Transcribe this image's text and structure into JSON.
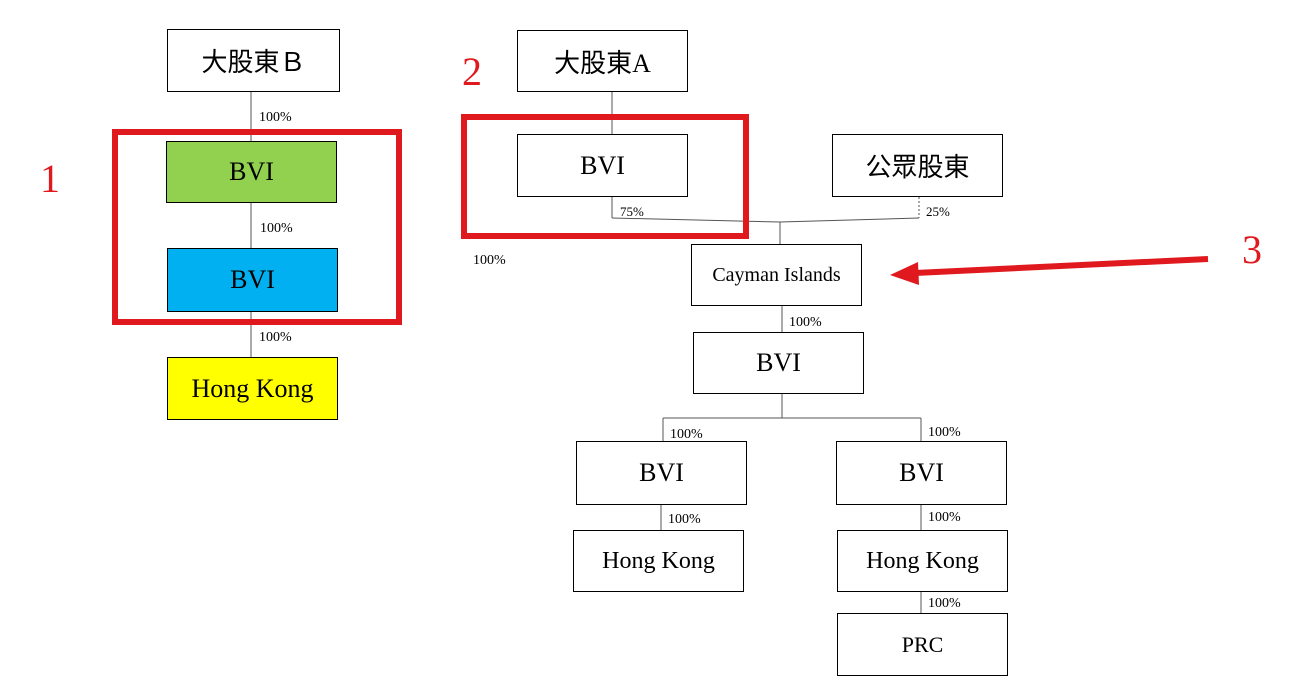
{
  "entities": {
    "shareholder_b": "大股東Ｂ",
    "shareholder_a": "大股東A",
    "public_shareholders": "公眾股東",
    "left_bvi_top": "BVI",
    "left_bvi_bottom": "BVI",
    "left_hong_kong": "Hong Kong",
    "right_bvi_top": "BVI",
    "cayman": "Cayman Islands",
    "right_bvi_mid": "BVI",
    "right_bvi_left": "BVI",
    "right_bvi_right": "BVI",
    "right_hk_left": "Hong Kong",
    "right_hk_right": "Hong Kong",
    "prc": "PRC"
  },
  "ownership": {
    "b_to_bvi": "100%",
    "bvi_to_bvi": "100%",
    "bvi_to_hk": "100%",
    "a_bvi_to_cayman": "75%",
    "public_to_cayman": "25%",
    "stray_label": "100%",
    "cayman_to_bvi": "100%",
    "bvi_to_left_bvi": "100%",
    "bvi_to_right_bvi": "100%",
    "left_bvi_to_hk": "100%",
    "right_bvi_to_hk": "100%",
    "hk_to_prc": "100%"
  },
  "markers": {
    "m1": "1",
    "m2": "2",
    "m3": "3"
  },
  "colors": {
    "highlight": "#e0191e",
    "green_box": "#92d050",
    "blue_box": "#00b0f0",
    "yellow_box": "#ffff00",
    "line": "#000000"
  }
}
